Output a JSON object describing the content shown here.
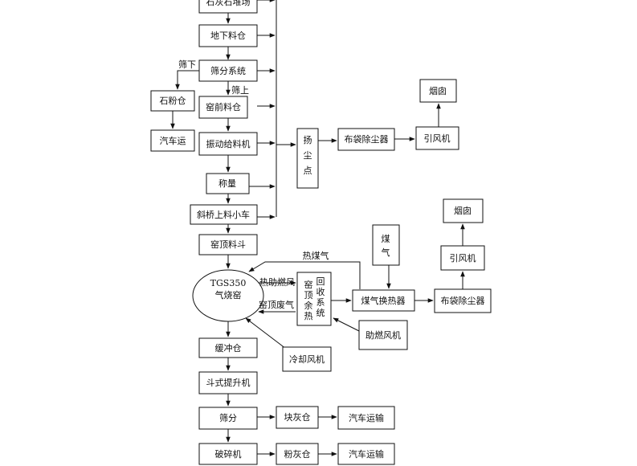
{
  "diagram": {
    "nodes": {
      "limestone_yard": "石灰石堆场",
      "underground_bin": "地下料仓",
      "screening_system": "筛分系统",
      "stone_powder_bin": "石粉仓",
      "truck_transport_1": "汽车运",
      "pre_kiln_bin": "窑前料仓",
      "vibrating_feeder": "振动给料机",
      "weighing": "称量",
      "incline_hoist_car": "斜桥上料小车",
      "kiln_top_hopper": "窑顶料斗",
      "kiln_line1": "TGS350",
      "kiln_line2": "气烧窑",
      "dust_point": [
        "扬",
        "尘",
        "点"
      ],
      "bag_filter_1": "布袋除尘器",
      "induced_fan_1": "引风机",
      "chimney_1": "烟囱",
      "gas": [
        "煤",
        "气"
      ],
      "chimney_2": "烟囱",
      "induced_fan_2": "引风机",
      "waste_heat_recovery_col1": [
        "窑",
        "顶",
        "余",
        "热"
      ],
      "waste_heat_recovery_col2": [
        "回",
        "收",
        "系",
        "统"
      ],
      "gas_heat_exchanger": "煤气换热器",
      "bag_filter_2": "布袋除尘器",
      "combustion_fan": "助燃风机",
      "cooling_fan": "冷却风机",
      "buffer_bin": "缓冲仓",
      "bucket_elevator": "斗式提升机",
      "screening": "筛分",
      "lump_lime_bin": "块灰仓",
      "truck_transport_2": "汽车运输",
      "crusher": "破碎机",
      "powder_lime_bin": "粉灰仓",
      "truck_transport_3": "汽车运输"
    },
    "labels": {
      "undersize": "筛下",
      "oversize": "筛上",
      "hot_gas": "热煤气",
      "hot_combustion_air": "热助燃风",
      "kiln_top_exhaust": "窑顶废气"
    }
  }
}
